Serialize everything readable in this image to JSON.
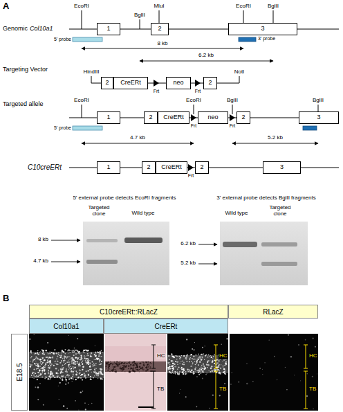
{
  "diagram": {
    "nodes": [
      {
        "text": [
          "1"
        ]
      },
      {
        "text": [
          "2"
        ]
      },
      {
        "text": [
          "3"
        ]
      },
      {
        "text": [
          "2"
        ]
      },
      {
        "text": [
          "CreERt"
        ]
      },
      {
        "text": [
          "neo"
        ]
      },
      {
        "text": [
          "2"
        ]
      },
      {
        "text": [
          "1"
        ]
      },
      {
        "text": [
          "2"
        ]
      },
      {
        "text": [
          "CreERt"
        ]
      },
      {
        "text": [
          "neo"
        ]
      },
      {
        "text": [
          "2"
        ]
      },
      {
        "text": [
          "3"
        ]
      },
      {
        "text": [
          "1"
        ]
      },
      {
        "text": [
          "2"
        ]
      },
      {
        "text": [
          "CreERt"
        ]
      },
      {
        "text": [
          "2"
        ]
      },
      {
        "text": [
          "3"
        ]
      },
      {
        "text": [
          "C10creERt::RLacZ"
        ]
      },
      {
        "text": [
          "RLacZ"
        ]
      },
      {
        "text": [
          "Col10a1"
        ]
      },
      {
        "text": [
          "CreERt"
        ]
      },
      {
        "text": [
          "E18.5"
        ]
      }
    ],
    "labels": [
      "A",
      "EcoRI",
      "BglII",
      "MluI",
      "EcoRI",
      "BglII",
      "Genomic",
      "Col10a1",
      "5' probe",
      "3' probe",
      "8 kb",
      "6.2 kb",
      "Targeting Vector",
      "HindIII",
      "NotI",
      "Frt",
      "Frt",
      "Targeted allele",
      "EcoRI",
      "EcoRI",
      "Frt",
      "BglII",
      "Frt",
      "BglII",
      "5' probe",
      "4.7 kb",
      "5.2 kb",
      "C10creERt",
      "Frt",
      "5' external probe detects EcoRI fragments",
      "Targeted clone",
      "Wild type",
      "3' external probe detects BglII fragments",
      "Wild type",
      "Targeted clone",
      "8 kb",
      "4.7 kb",
      "6.2 kb",
      "5.2 kb",
      "B",
      "HC",
      "TB",
      "HC",
      "TB",
      "HC",
      "TB"
    ]
  }
}
